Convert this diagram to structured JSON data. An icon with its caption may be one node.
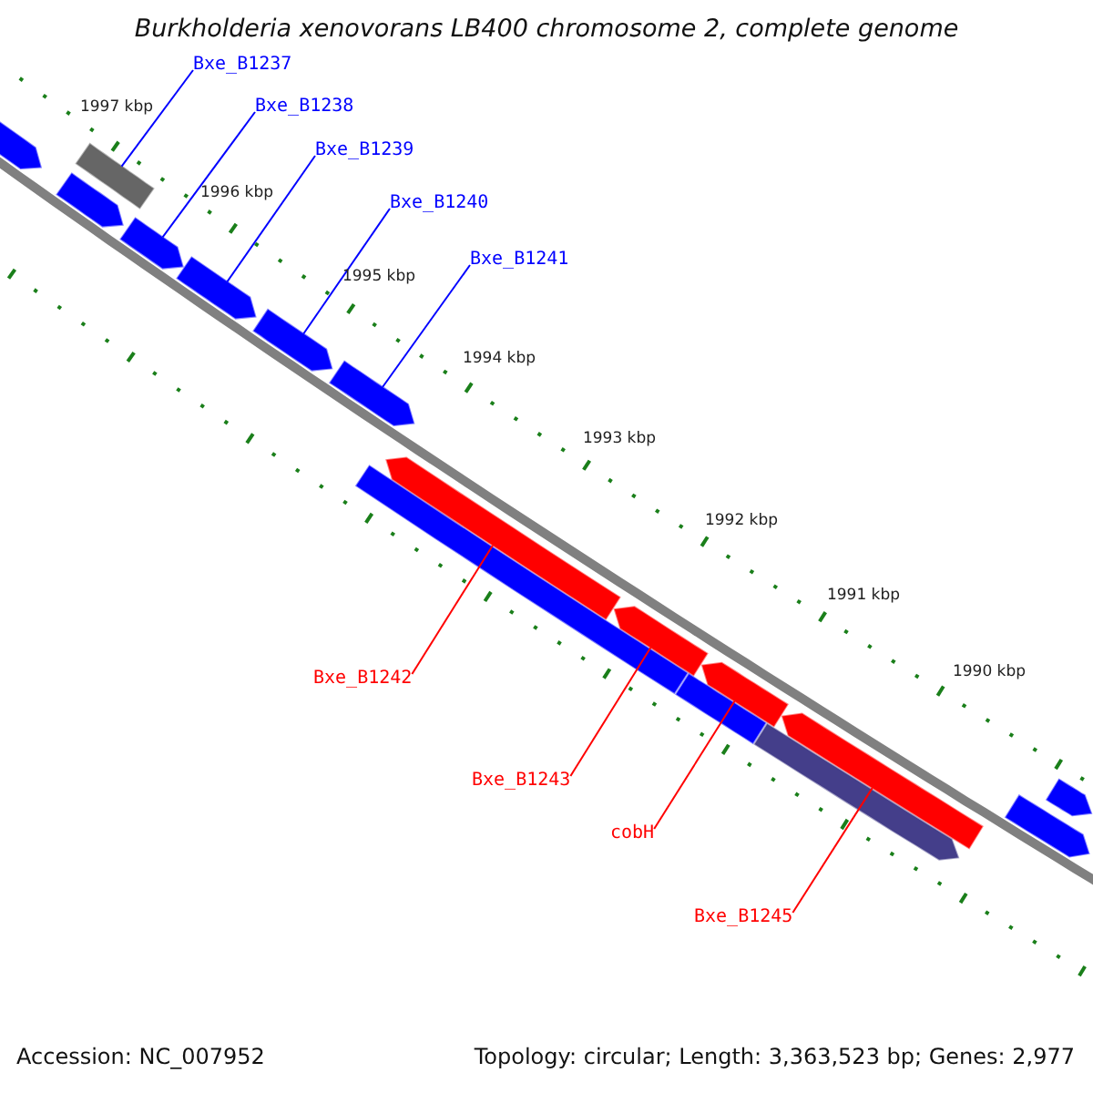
{
  "diagram": {
    "title": "Burkholderia xenovorans LB400 chromosome 2, complete genome",
    "nodes": [
      {
        "text": [
          "Bxe_B1237"
        ]
      },
      {
        "text": [
          "Bxe_B1238"
        ]
      },
      {
        "text": [
          "Bxe_B1239"
        ]
      },
      {
        "text": [
          "Bxe_B1240"
        ]
      },
      {
        "text": [
          "Bxe_B1241"
        ]
      },
      {
        "text": [
          "Bxe_B1242"
        ]
      },
      {
        "text": [
          "Bxe_B1243"
        ]
      },
      {
        "text": [
          "cobH"
        ]
      },
      {
        "text": [
          "Bxe_B1245"
        ]
      },
      {
        "text": [],
        "shape": "bar"
      },
      {
        "text": [],
        "shape": "bar"
      },
      {
        "text": [],
        "shape": "bar"
      },
      {
        "text": [],
        "shape": "bar"
      },
      {
        "text": [],
        "shape": "bar"
      },
      {
        "text": [],
        "shape": "bar"
      },
      {
        "text": [],
        "shape": "bar"
      },
      {
        "text": [],
        "shape": "bar"
      },
      {
        "text": [],
        "shape": "bar"
      },
      {
        "text": [],
        "shape": "bar"
      },
      {
        "text": [],
        "shape": "bar"
      },
      {
        "text": [],
        "shape": "bar"
      },
      {
        "text": [],
        "shape": "bar"
      },
      {
        "text": [],
        "shape": "bar"
      },
      {
        "text": [],
        "shape": "bar"
      },
      {
        "text": [],
        "shape": "bar"
      }
    ],
    "edges": [
      {
        "from": 0,
        "to": 10,
        "arrow": "none"
      },
      {
        "from": 1,
        "to": 12,
        "arrow": "none"
      },
      {
        "from": 2,
        "to": 13,
        "arrow": "none"
      },
      {
        "from": 3,
        "to": 14,
        "arrow": "none"
      },
      {
        "from": 4,
        "to": 15,
        "arrow": "none"
      },
      {
        "from": 5,
        "to": 16,
        "arrow": "none",
        "color": "#ff0000"
      },
      {
        "from": 6,
        "to": 17,
        "arrow": "none",
        "color": "#ff0000"
      },
      {
        "from": 7,
        "to": 18,
        "arrow": "none",
        "color": "#ff0000"
      },
      {
        "from": 8,
        "to": 19,
        "arrow": "none",
        "color": "#ff0000"
      }
    ],
    "labels": [
      "1997 kbp",
      "1996 kbp",
      "1995 kbp",
      "1994 kbp",
      "1993 kbp",
      "1992 kbp",
      "1991 kbp",
      "1990 kbp",
      "Accession: NC_007952",
      "Topology: circular; Length: 3,363,523 bp; Genes: 2,977"
    ]
  }
}
